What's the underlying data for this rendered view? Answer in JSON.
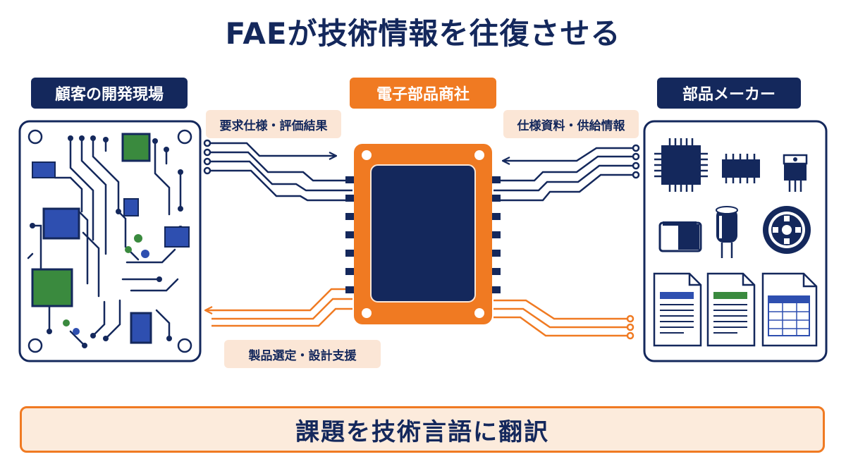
{
  "title": "FAEが技術情報を往復させる",
  "nodes": {
    "customer": "顧客の開発現場",
    "trading_company": "電子部品商社",
    "manufacturer": "部品メーカー"
  },
  "flows": {
    "to_trading_from_customer": "要求仕様・評価結果",
    "to_trading_from_manufacturer": "仕様資料・供給情報",
    "to_customer": "製品選定・設計支援"
  },
  "banner": "課題を技術言語に翻訳",
  "colors": {
    "navy": "#14285c",
    "orange": "#f07a22",
    "green": "#3a8a3e",
    "blue": "#2e4fb0"
  },
  "icons": [
    "circuit-board-icon",
    "chip-icon",
    "qfp-chip-icon",
    "soic-chip-icon",
    "to220-icon",
    "capacitor-icon",
    "electrolytic-capacitor-icon",
    "tape-reel-icon",
    "document-icon",
    "spreadsheet-icon"
  ]
}
